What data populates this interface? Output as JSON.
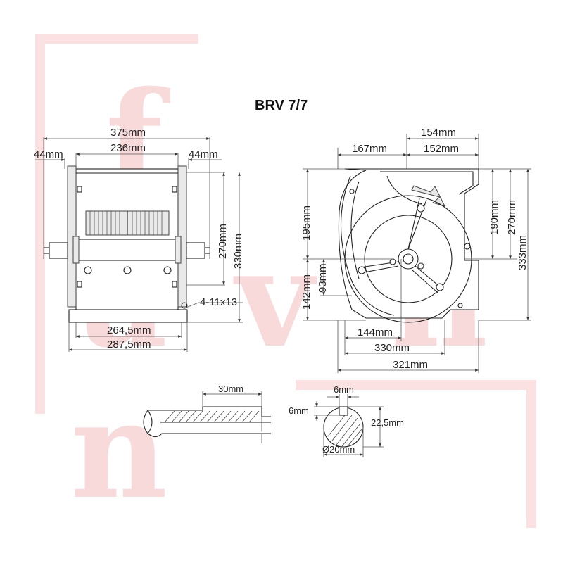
{
  "watermark": {
    "letters": [
      "f",
      "a",
      "v",
      "n",
      "n"
    ]
  },
  "title": "BRV 7/7",
  "front_view": {
    "overall_width": "375mm",
    "inner_width": "236mm",
    "left_flange": "44mm",
    "right_flange": "44mm",
    "height_270": "270mm",
    "height_330": "330mm",
    "base_width": "264,5mm",
    "total_base_width": "287,5mm",
    "holes": "4-11x13"
  },
  "side_view": {
    "top_total": "154mm",
    "top_left": "167mm",
    "top_right": "152mm",
    "left_upper": "195mm",
    "left_lower": "142mm",
    "inner_93": "93mm",
    "right_190": "190mm",
    "right_270": "270mm",
    "right_333": "333mm",
    "bottom_144": "144mm",
    "bottom_330": "330mm",
    "bottom_321": "321mm"
  },
  "shaft_detail": {
    "key_length": "30mm",
    "key_width": "6mm",
    "key_height": "6mm",
    "key_depth": "22,5mm",
    "diameter": "Ø20mm"
  },
  "colors": {
    "watermark": "#f9dada",
    "line": "#222222"
  }
}
